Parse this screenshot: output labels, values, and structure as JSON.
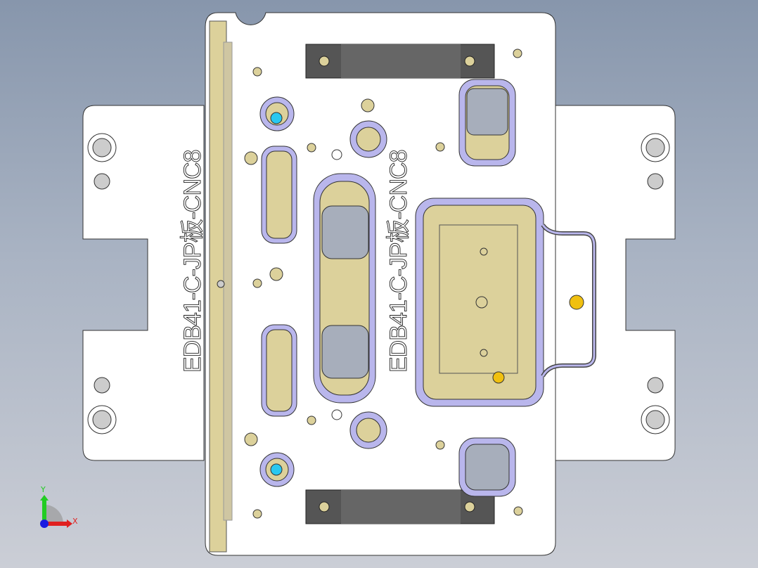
{
  "model": {
    "engraving_left": "EDB41-C-JP板-CNC8",
    "engraving_center": "EDB41-C-JP板-CNC8"
  },
  "triad": {
    "x_label": "X",
    "y_label": "Y"
  },
  "colors": {
    "plate": "#ffffff",
    "edge": "#b9b6ec",
    "tan": "#dcd19b",
    "grey_insert": "#a7aebb",
    "dark_block": "#555555",
    "axis_x": "#e02020",
    "axis_y": "#22cc22",
    "axis_z": "#1a1ae0"
  }
}
